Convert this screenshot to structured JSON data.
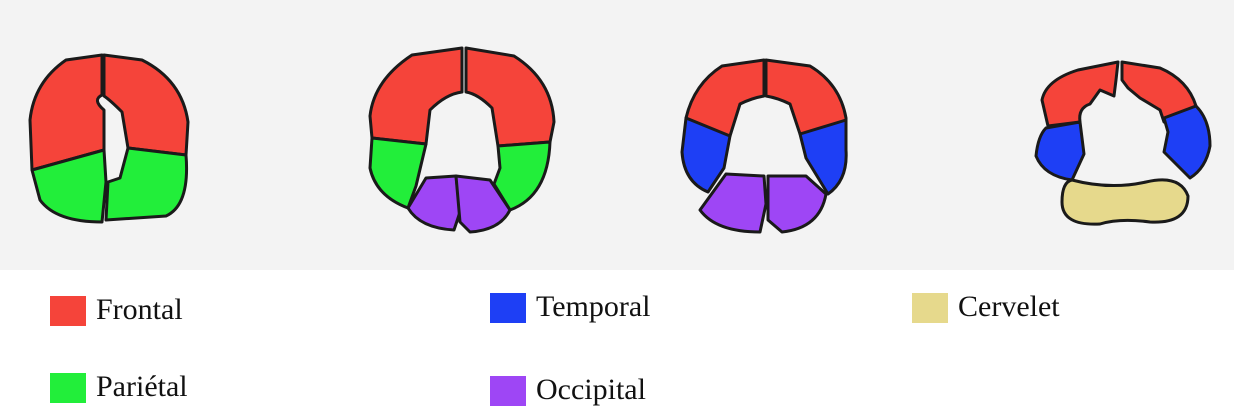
{
  "lobes": {
    "frontal": {
      "label": "Frontal",
      "color": "#f5443a"
    },
    "parietal": {
      "label": "Pariétal",
      "color": "#22ee3a"
    },
    "temporal": {
      "label": "Temporal",
      "color": "#1e3ff5"
    },
    "occipital": {
      "label": "Occipital",
      "color": "#9e46f5"
    },
    "cervelet": {
      "label": "Cervelet",
      "color": "#e6d98c"
    }
  },
  "legend": [
    {
      "key": "frontal"
    },
    {
      "key": "parietal"
    },
    {
      "key": "temporal"
    },
    {
      "key": "occipital"
    },
    {
      "key": "cervelet"
    }
  ],
  "diagrams": [
    {
      "regions": [
        "frontal",
        "frontal",
        "parietal",
        "parietal"
      ]
    },
    {
      "regions": [
        "frontal",
        "frontal",
        "parietal",
        "parietal",
        "occipital",
        "occipital"
      ]
    },
    {
      "regions": [
        "frontal",
        "frontal",
        "temporal",
        "temporal",
        "occipital",
        "occipital"
      ]
    },
    {
      "regions": [
        "frontal",
        "frontal",
        "temporal",
        "temporal",
        "cervelet"
      ]
    }
  ]
}
